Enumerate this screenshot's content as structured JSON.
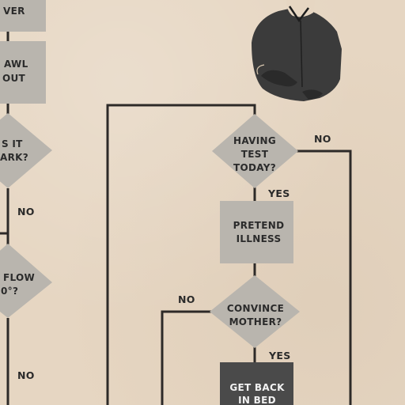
{
  "colors": {
    "paper": "#e6d6c2",
    "box": "#b9b5ae",
    "dark_box": "#4a4a4a",
    "line": "#2d2a28",
    "ink": "#2b2b2b"
  },
  "nodes": {
    "left_box_top": [
      "VER"
    ],
    "left_box_crawl": [
      "AWL",
      "OUT"
    ],
    "left_diamond_dark": [
      "S IT",
      "ARK?"
    ],
    "left_diamond_flow": [
      "FLOW",
      "0°?"
    ],
    "having_test": [
      "HAVING",
      "TEST",
      "TODAY?"
    ],
    "pretend_illness": [
      "PRETEND",
      "ILLNESS"
    ],
    "convince_mother": [
      "CONVINCE",
      "MOTHER?"
    ],
    "get_back_in_bed": [
      "GET BACK",
      "IN BED"
    ]
  },
  "edge_labels": {
    "left_no_1": "NO",
    "left_no_2": "NO",
    "test_no": "NO",
    "test_yes": "YES",
    "mother_no": "NO",
    "mother_yes": "YES"
  }
}
